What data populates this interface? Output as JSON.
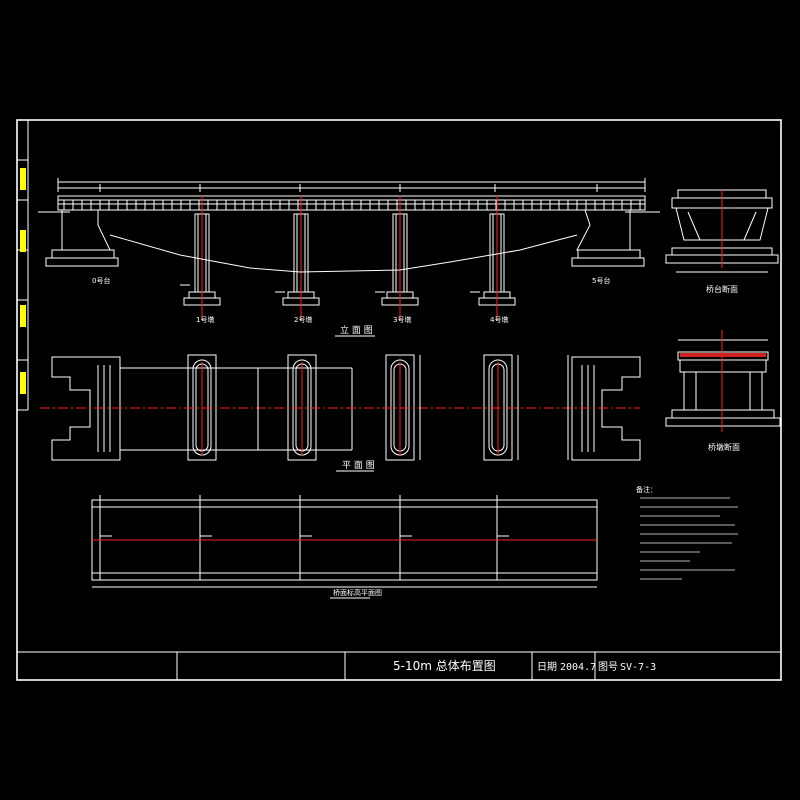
{
  "title_block": {
    "drawing_title": "5-10m 总体布置图",
    "date_label": "日期",
    "date_value": "2004.7",
    "drawing_no_label": "图号",
    "drawing_no_value": "SV-7-3"
  },
  "views": {
    "elevation": "立 面 图",
    "plan": "平 面 图",
    "deck_plan": "桥面标高平面图",
    "abutment_section": "桥台断面",
    "pier_section": "桥墩断面"
  },
  "supports": {
    "left_abutment": "0号台",
    "right_abutment": "5号台",
    "piers": [
      "1号墩",
      "2号墩",
      "3号墩",
      "4号墩"
    ]
  },
  "notes": {
    "heading": "备注："
  },
  "colors": {
    "background": "#000000",
    "linework": "#ffffff",
    "centerline": "#ff2020",
    "text_accent": "#ffff00"
  }
}
